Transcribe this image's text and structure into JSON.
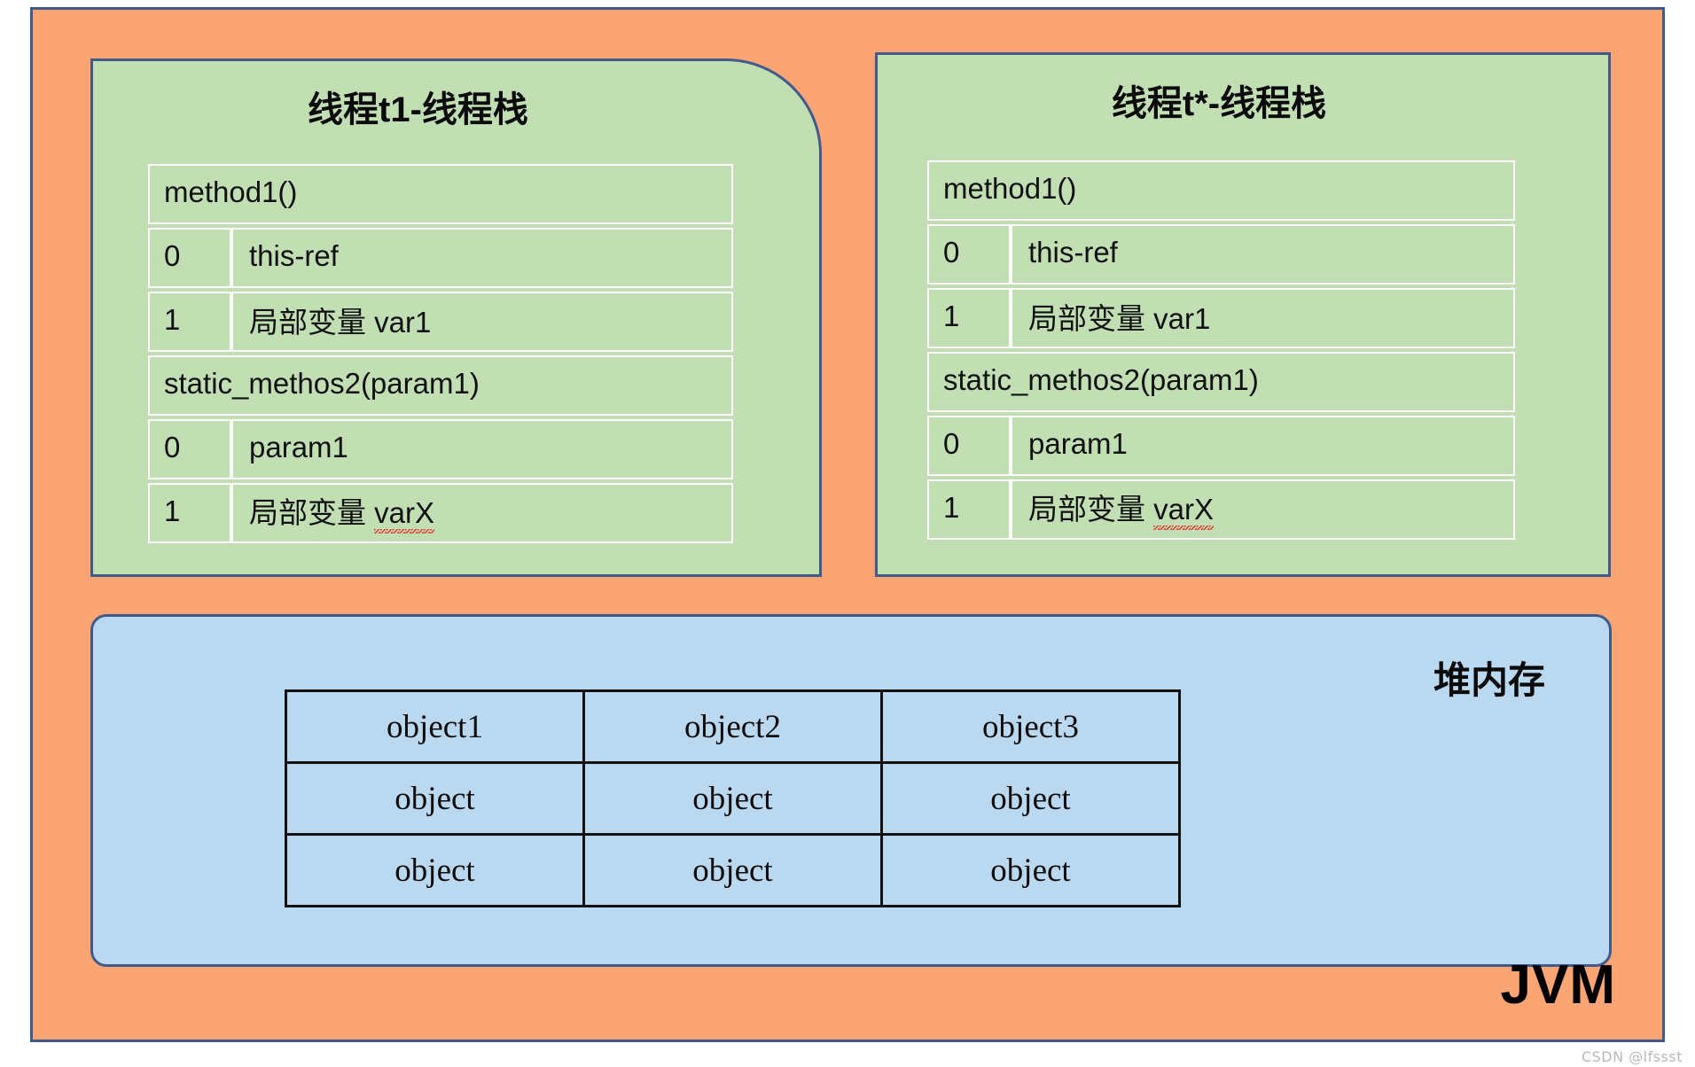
{
  "diagram": {
    "outer_label": "JVM",
    "watermark": "CSDN @lfssst",
    "colors": {
      "jvm_background": "#fba575",
      "thread_stack_background": "#c2dfb4",
      "heap_background": "#bad8ef",
      "border": "#41598c",
      "spellcheck_underline": "#e8322c"
    }
  },
  "thread_stacks": [
    {
      "title": "线程t1-线程栈",
      "frames": [
        {
          "method": "method1()",
          "slots": [
            {
              "index": "0",
              "value": "this-ref",
              "misspelled": false
            },
            {
              "index": "1",
              "value": "局部变量 var1",
              "misspelled": false
            }
          ]
        },
        {
          "method": "static_methos2(param1)",
          "slots": [
            {
              "index": "0",
              "value": "param1",
              "misspelled": false
            },
            {
              "index": "1",
              "value": "局部变量 ",
              "value_marked": "varX",
              "misspelled": true
            }
          ]
        }
      ]
    },
    {
      "title": "线程t*-线程栈",
      "frames": [
        {
          "method": "method1()",
          "slots": [
            {
              "index": "0",
              "value": "this-ref",
              "misspelled": false
            },
            {
              "index": "1",
              "value": "局部变量 var1",
              "misspelled": false
            }
          ]
        },
        {
          "method": "static_methos2(param1)",
          "slots": [
            {
              "index": "0",
              "value": "param1",
              "misspelled": false
            },
            {
              "index": "1",
              "value": "局部变量 ",
              "value_marked": "varX",
              "misspelled": true
            }
          ]
        }
      ]
    }
  ],
  "heap": {
    "label": "堆内存",
    "objects": [
      [
        "object1",
        "object2",
        "object3"
      ],
      [
        "object",
        "object",
        "object"
      ],
      [
        "object",
        "object",
        "object"
      ]
    ]
  }
}
